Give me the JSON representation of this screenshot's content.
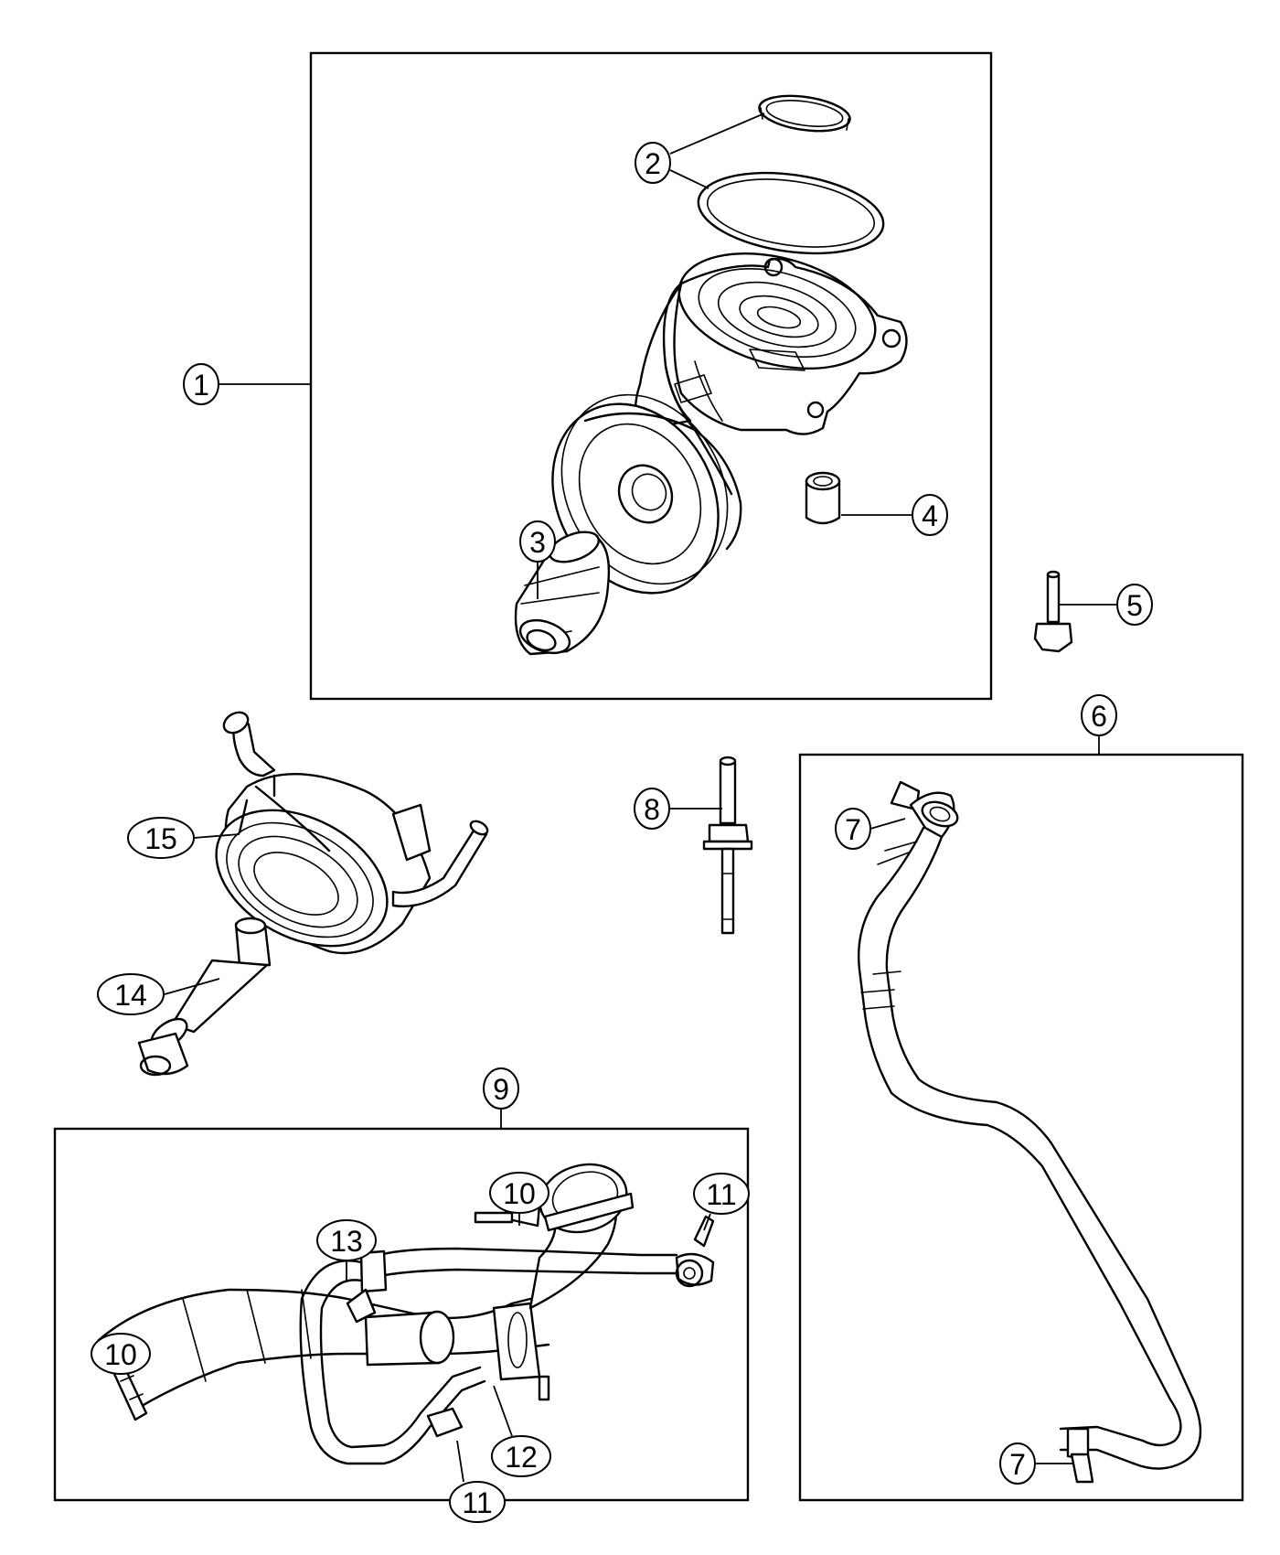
{
  "callouts": {
    "c1": "1",
    "c2": "2",
    "c3": "3",
    "c4": "4",
    "c5": "5",
    "c6": "6",
    "c7a": "7",
    "c7b": "7",
    "c8": "8",
    "c9": "9",
    "c10a": "10",
    "c10b": "10",
    "c11a": "11",
    "c11b": "11",
    "c12": "12",
    "c13": "13",
    "c14": "14",
    "c15": "15"
  }
}
